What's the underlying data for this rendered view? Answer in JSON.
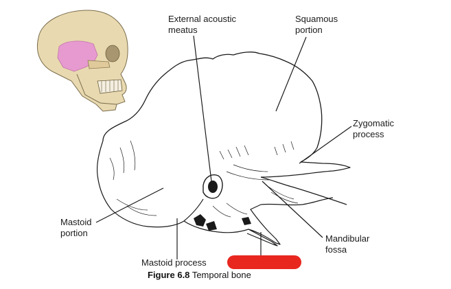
{
  "labels": {
    "external_acoustic_meatus": [
      "External acoustic",
      "meatus"
    ],
    "squamous_portion": [
      "Squamous",
      "portion"
    ],
    "zygomatic_process": [
      "Zygomatic",
      "process"
    ],
    "mastoid_portion": [
      "Mastoid",
      "portion"
    ],
    "mandibular_fossa": [
      "Mandibular",
      "fossa"
    ],
    "mastoid_process": "Mastoid process"
  },
  "caption": {
    "number": "Figure 6.8",
    "text": "Temporal bone"
  },
  "colors": {
    "skull": "#e8d9b0",
    "temporal_highlight": "#e79ad0",
    "redaction": "#e8271f",
    "line": "#1a1a1a"
  }
}
